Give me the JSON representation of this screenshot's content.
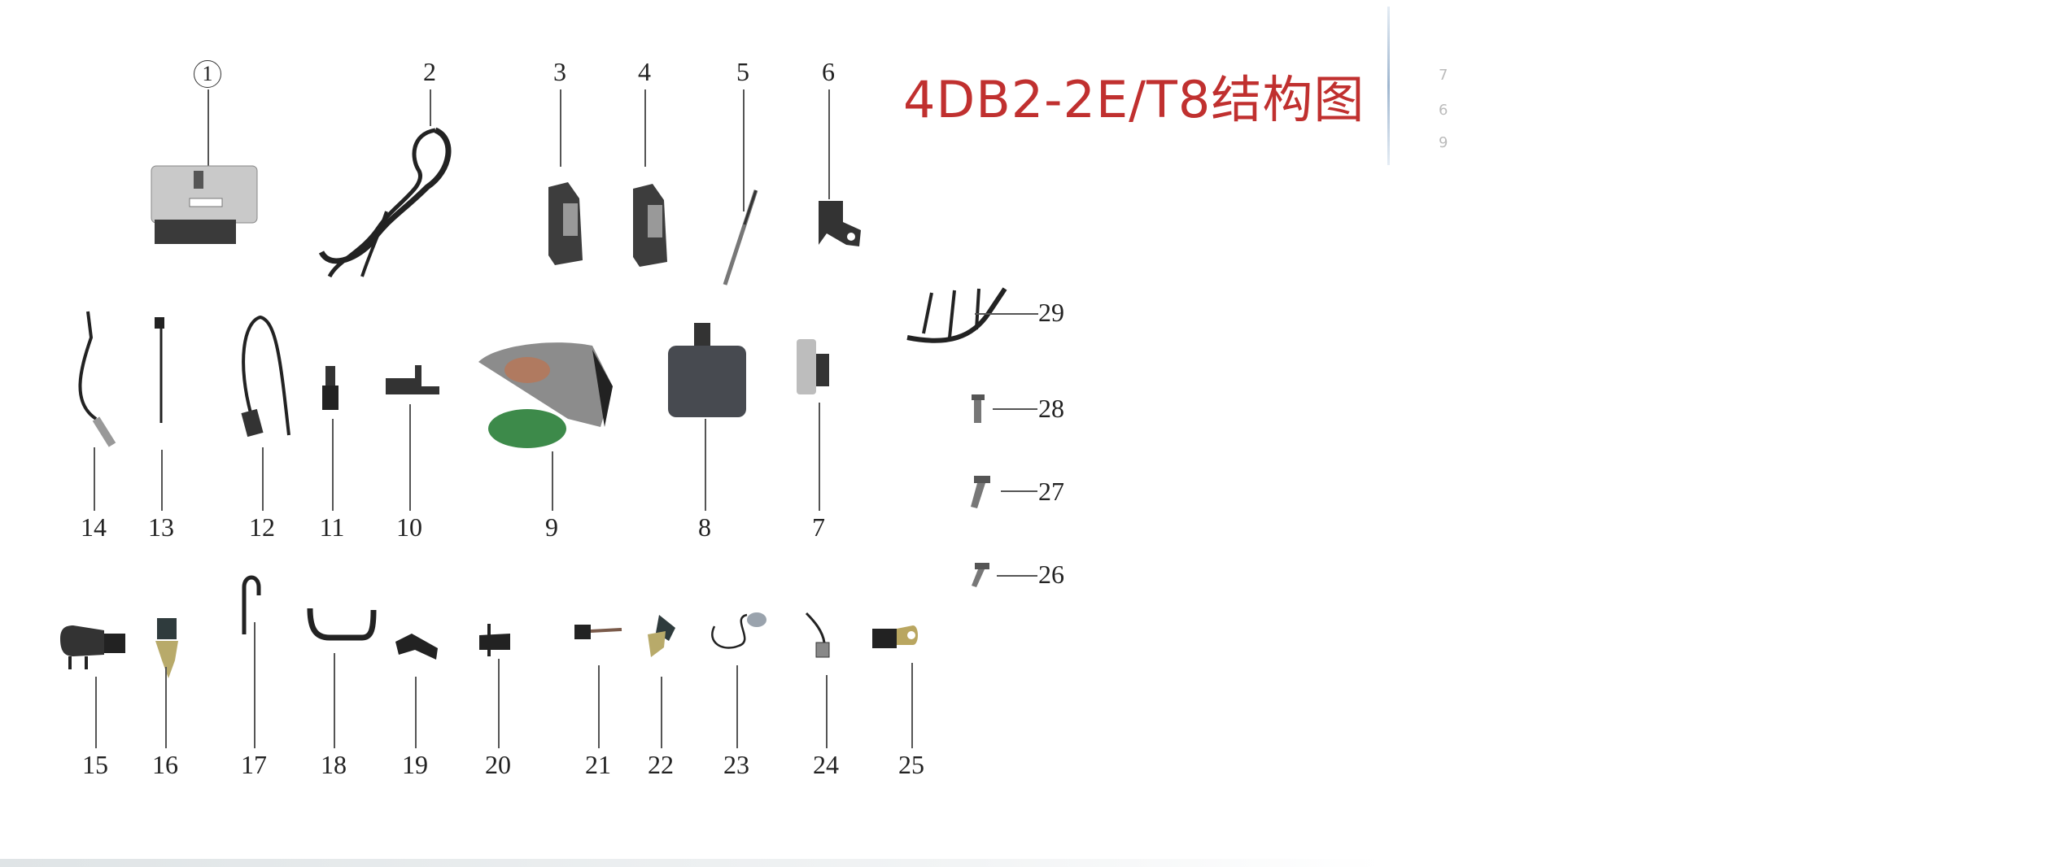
{
  "title": "4DB2-2E/T8结构图",
  "colors": {
    "title": "#c0302f",
    "label": "#222222",
    "leader": "#555555"
  },
  "labels": {
    "p1": "1",
    "p2": "2",
    "p3": "3",
    "p4": "4",
    "p5": "5",
    "p6": "6",
    "p7": "7",
    "p8": "8",
    "p9": "9",
    "p10": "10",
    "p11": "11",
    "p12": "12",
    "p13": "13",
    "p14": "14",
    "p15": "15",
    "p16": "16",
    "p17": "17",
    "p18": "18",
    "p19": "19",
    "p20": "20",
    "p21": "21",
    "p22": "22",
    "p23": "23",
    "p24": "24",
    "p25": "25",
    "p26": "26",
    "p27": "27",
    "p28": "28",
    "p29": "29"
  },
  "ghost_digits": [
    "7",
    "6",
    "9"
  ]
}
